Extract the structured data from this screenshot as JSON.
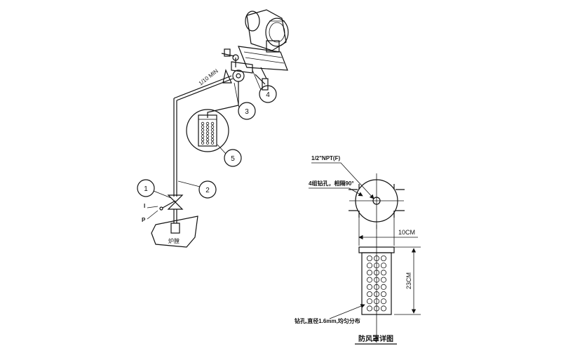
{
  "callouts": {
    "c1": "1",
    "c2": "2",
    "c3": "3",
    "c4": "4",
    "c5": "5"
  },
  "slope_label": "1/10 MIN",
  "valve_marks": {
    "i": "I",
    "p": "P"
  },
  "furnace_label": "炉膛",
  "detail": {
    "npt_label": "1/2\"NPT(F)",
    "holes_label": "4组钻孔，相隔90°",
    "dim_width": "10CM",
    "dim_height": "23CM",
    "drill_note": "钻孔,直径1.6mm,均匀分布",
    "title": "防风罩详图"
  }
}
